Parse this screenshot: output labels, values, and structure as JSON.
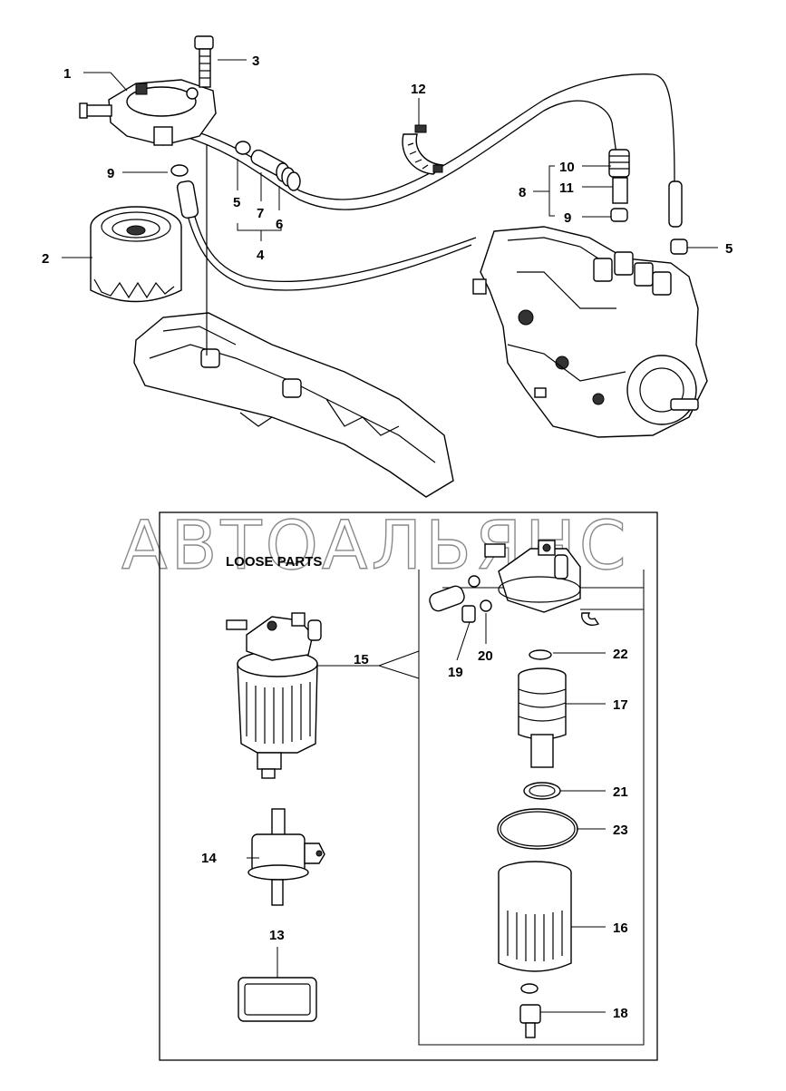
{
  "watermark": "АВТОАЛЬЯНС",
  "loose_parts_heading": "LOOSE PARTS",
  "callouts": {
    "c1": "1",
    "c2": "2",
    "c3": "3",
    "c4": "4",
    "c5a": "5",
    "c5b": "5",
    "c6": "6",
    "c7": "7",
    "c8": "8",
    "c9a": "9",
    "c9b": "9",
    "c10": "10",
    "c11": "11",
    "c12": "12",
    "c13": "13",
    "c14": "14",
    "c15": "15",
    "c16": "16",
    "c17": "17",
    "c18": "18",
    "c19": "19",
    "c20": "20",
    "c21": "21",
    "c22": "22",
    "c23": "23"
  }
}
